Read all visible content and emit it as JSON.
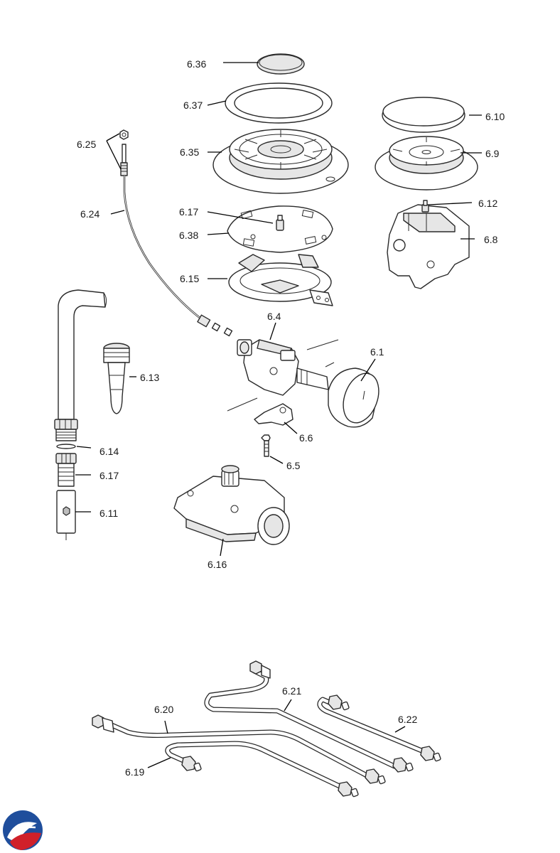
{
  "callouts": {
    "p6_36": "6.36",
    "p6_37": "6.37",
    "p6_35": "6.35",
    "p6_10": "6.10",
    "p6_9": "6.9",
    "p6_25": "6.25",
    "p6_24": "6.24",
    "p6_17_top": "6.17",
    "p6_38": "6.38",
    "p6_12": "6.12",
    "p6_8": "6.8",
    "p6_15": "6.15",
    "p6_4": "6.4",
    "p6_1": "6.1",
    "p6_13": "6.13",
    "p6_6": "6.6",
    "p6_14": "6.14",
    "p6_5": "6.5",
    "p6_17_bottom": "6.17",
    "p6_11": "6.11",
    "p6_16": "6.16",
    "p6_21": "6.21",
    "p6_20": "6.20",
    "p6_22": "6.22",
    "p6_19": "6.19"
  },
  "logo": {
    "colors": {
      "blue": "#1f4e9c",
      "red": "#d0202a"
    }
  }
}
